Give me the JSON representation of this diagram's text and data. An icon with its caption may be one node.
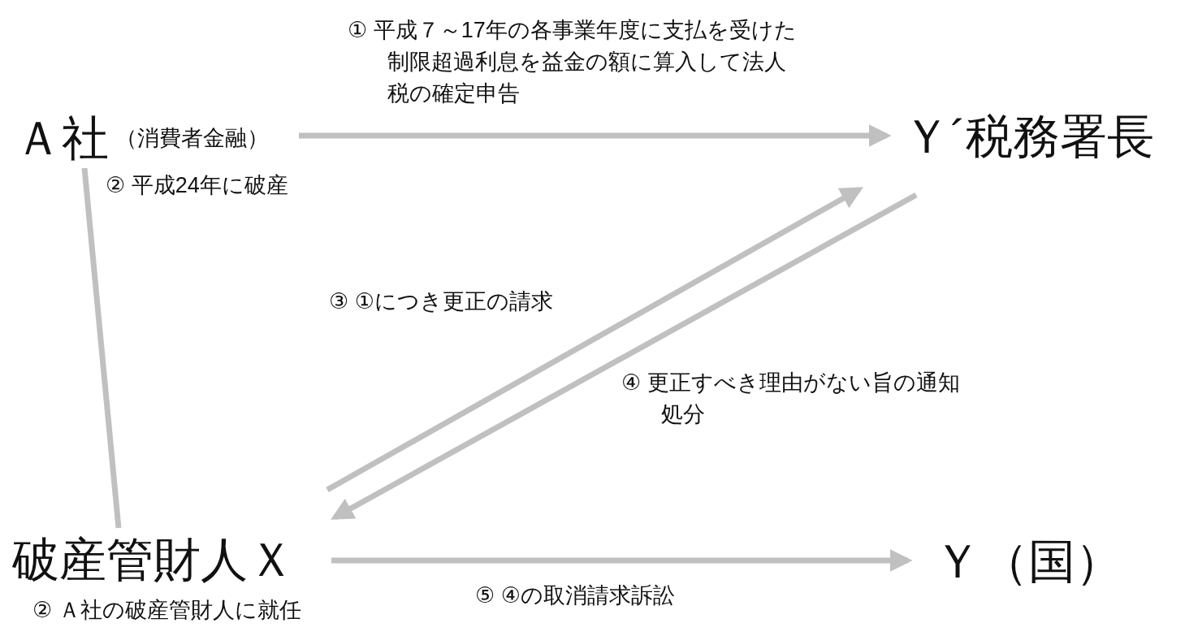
{
  "diagram": {
    "nodes": [
      {
        "text": [
          "Ａ社",
          "（消費者金融）"
        ],
        "beside": [
          "② 平成24年に破産"
        ]
      },
      {
        "text": [
          "Ｙ´税務署長"
        ]
      },
      {
        "text": [
          "破産管財人Ｘ"
        ],
        "beside": [
          "② Ａ社の破産管財人に就任"
        ]
      },
      {
        "text": [
          "Ｙ（国）"
        ]
      }
    ],
    "edges": [
      {
        "from": 0,
        "to": 1,
        "arrow": "to",
        "label": "① 平成７～17年の各事業年度に支払を受けた制限超過利息を益金の額に算入して法人税の確定申告"
      },
      {
        "from": 0,
        "to": 2,
        "arrow": "none"
      },
      {
        "from": 2,
        "to": 1,
        "arrow": "to",
        "label": "③ ①につき更正の請求"
      },
      {
        "from": 1,
        "to": 2,
        "arrow": "to",
        "label": "④ 更正すべき理由がない旨の通知処分"
      },
      {
        "from": 2,
        "to": 3,
        "arrow": "to",
        "label": "⑤ ④の取消請求訴訟"
      }
    ]
  }
}
